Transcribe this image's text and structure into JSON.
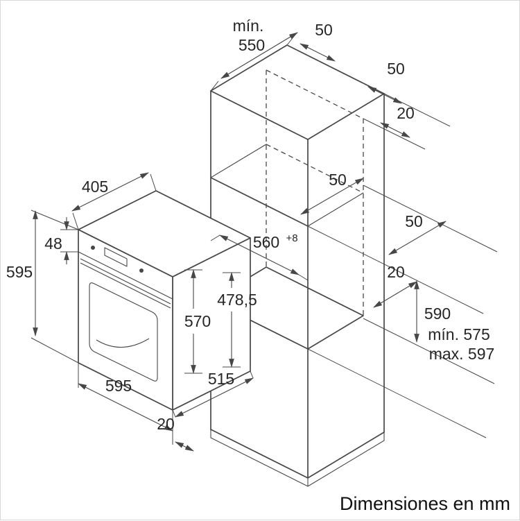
{
  "drawing": {
    "footer": "Dimensiones en mm",
    "labels": {
      "top_depth_prefix": "mín.",
      "top_depth_value": "550",
      "top_rear_clearance": "50",
      "upper_right_clearance": "50",
      "upper_right_gap": "20",
      "oven_top_depth": "405",
      "shaft_depth_clearance": "50",
      "control_panel_height": "48",
      "oven_height": "595",
      "niche_width_value": "560",
      "niche_width_tolerance": "+8",
      "mid_right_clearance": "50",
      "mid_right_gap": "20",
      "oven_rear_height": "478,5",
      "oven_body_height": "570",
      "niche_height": "590",
      "niche_height_min": "mín. 575",
      "niche_height_max": "max. 597",
      "oven_body_depth": "515",
      "oven_width": "595",
      "door_bottom_gap": "20"
    }
  }
}
